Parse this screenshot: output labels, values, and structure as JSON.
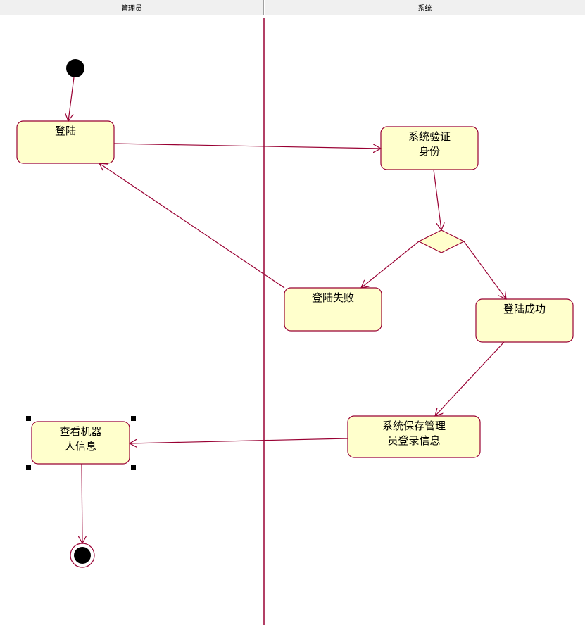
{
  "swimlanes": [
    {
      "label": "管理员"
    },
    {
      "label": "系统"
    }
  ],
  "activities": {
    "login": {
      "label": "登陆"
    },
    "verify": {
      "label": "系统验证\n身份"
    },
    "fail": {
      "label": "登陆失败"
    },
    "success": {
      "label": "登陆成功"
    },
    "save": {
      "label": "系统保存管理\n员登录信息"
    },
    "view": {
      "label": "查看机器\n人信息"
    }
  },
  "colors": {
    "activity_fill": "#ffffcc",
    "stroke": "#990033",
    "node": "#000000",
    "handle": "#000000"
  }
}
